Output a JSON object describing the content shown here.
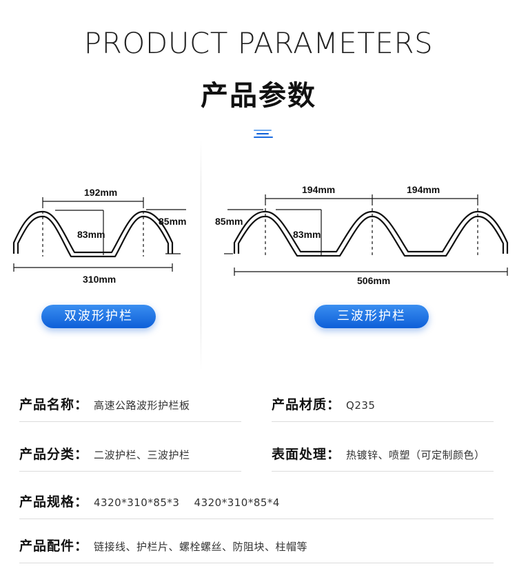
{
  "header": {
    "title_en": "PRODUCT PARAMETERS",
    "title_cn": "产品参数"
  },
  "colors": {
    "accent": "#0d5fd8",
    "accent_light": "#3a8ef0"
  },
  "profiles": {
    "double": {
      "spacing": "192mm",
      "depth": "83mm",
      "height": "85mm",
      "width": "310mm",
      "badge": "双波形护栏"
    },
    "triple": {
      "spacing_1": "194mm",
      "spacing_2": "194mm",
      "height": "85mm",
      "depth": "83mm",
      "width": "506mm",
      "badge": "三波形护栏"
    }
  },
  "specs": {
    "name": {
      "label": "产品名称：",
      "value": "高速公路波形护栏板"
    },
    "material": {
      "label": "产品材质：",
      "value": "Q235"
    },
    "category": {
      "label": "产品分类：",
      "value": "二波护栏、三波护栏"
    },
    "surface": {
      "label": "表面处理：",
      "value": "热镀锌、喷塑（可定制颜色）"
    },
    "size": {
      "label": "产品规格：",
      "value": "4320*310*85*3    4320*310*85*4"
    },
    "parts": {
      "label": "产品配件：",
      "value": "链接线、护栏片、螺栓螺丝、防阻块、柱帽等"
    }
  }
}
